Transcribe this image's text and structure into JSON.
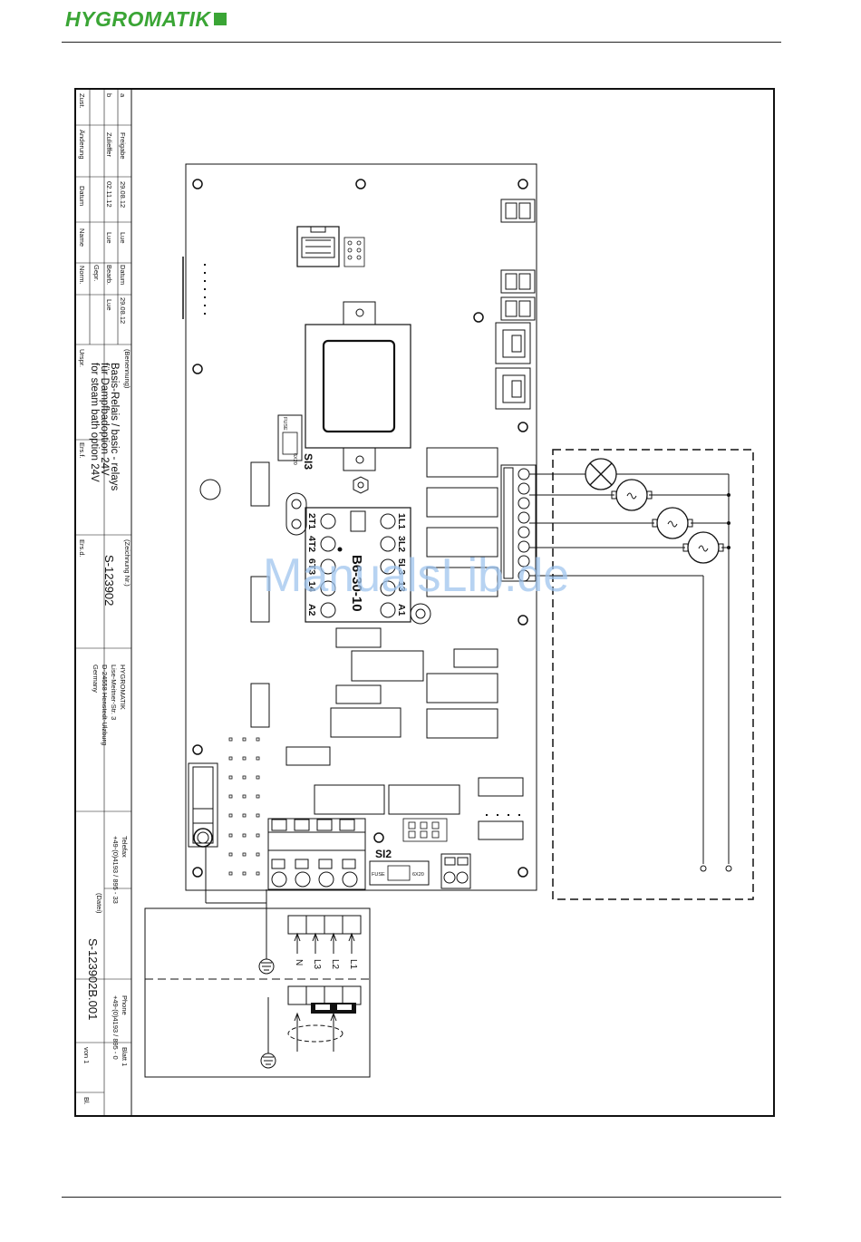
{
  "header": {
    "logo_text": "HYGROMATIK",
    "logo_color": "#3aa535"
  },
  "title_block": {
    "zust": "Zust.",
    "aenderung": "Änderung",
    "datum": "Datum",
    "name": "Name",
    "norm": "Norm.",
    "rev_a": "a",
    "rev_b": "b",
    "freigabe": "Freigabe",
    "zulieferer": "Zulieffer",
    "date_a": "29.08.12",
    "date_b": "02.11.12",
    "name_a": "Lue",
    "name_b": "Lue",
    "bearb": "Bearb.",
    "gepr": "Gepr.",
    "bearb_date": "29.08.12",
    "bearb_name": "Lue",
    "datum_head": "Datum",
    "name_head": "Name",
    "benennung_label": "(Benennung)",
    "title_line1": "Basis-Relais / basic - relays",
    "title_line2": "für Dampfbadoption 24V",
    "title_line3": "for steam bath option 24V",
    "urspr": "Urspr.",
    "ers_f": "Ers.f.",
    "ers_d": "Ers.d.",
    "zeichnung_label": "(Zeichnung Nr.)",
    "drawing_no": "S-123902",
    "company": "HYGROMATIK",
    "street": "Lise-Meitner-Str. 3",
    "city": "D-24558 Henstedt-Ulzburg",
    "country": "Germany",
    "telefax_label": "Telefax",
    "telefax": "+49-(0)4193 / 895 - 33",
    "phone_label": "Phone",
    "phone": "+49-(0)4193 / 895 - 0",
    "datei_label": "(Datei)",
    "file_no": "S-123902B.001",
    "blatt": "Blatt 1",
    "von": "von 1",
    "bl": "Bl."
  },
  "board": {
    "si3": "SI3",
    "si2": "SI2",
    "fuse": "FUSE",
    "fuse_size": "6X20",
    "contactor_name": "B6-30-10",
    "contactor_top": [
      "1L1",
      "3L2",
      "5L3",
      "13",
      "A1"
    ],
    "contactor_bottom": [
      "2T1",
      "4T2",
      "6T3",
      "14",
      "A2"
    ]
  },
  "supply": {
    "labels": [
      "L1",
      "L2",
      "L3",
      "N"
    ]
  },
  "watermark": "ManualsLib.de"
}
